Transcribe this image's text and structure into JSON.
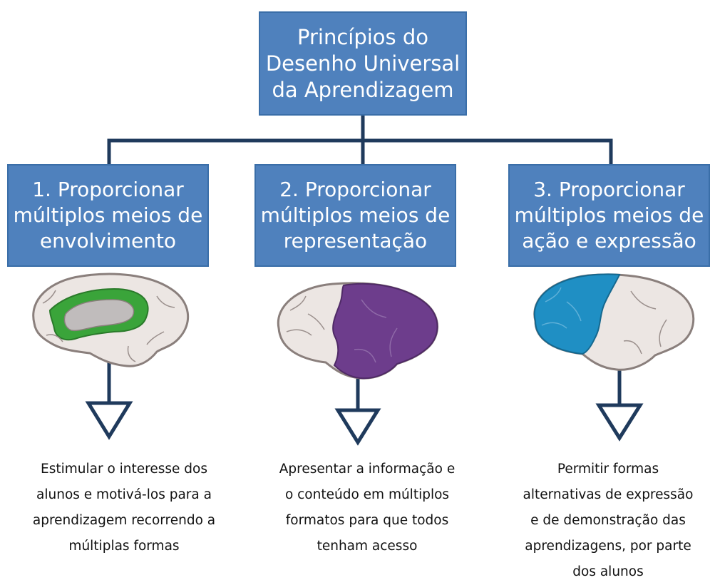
{
  "root": {
    "lines": [
      "Princípios do",
      "Desenho Universal",
      "da Aprendizagem"
    ]
  },
  "principles": [
    {
      "lines": [
        "1. Proporcionar",
        "múltiplos meios de",
        "envolvimento"
      ],
      "brain_region": "green-limbic",
      "region_color": "#3aa43a",
      "description_lines": [
        "Estimular o interesse dos",
        "alunos e motivá-los para a",
        "aprendizagem recorrendo a",
        "múltiplas formas"
      ]
    },
    {
      "lines": [
        "2. Proporcionar",
        "múltiplos meios de",
        "representação"
      ],
      "brain_region": "purple-posterior",
      "region_color": "#6d3d8c",
      "description_lines": [
        "Apresentar a informação e",
        "o conteúdo em múltiplos",
        "formatos para que todos",
        "tenham acesso"
      ]
    },
    {
      "lines": [
        "3. Proporcionar",
        "múltiplos meios de",
        "ação e expressão"
      ],
      "brain_region": "blue-frontal",
      "region_color": "#1f8fc4",
      "description_lines": [
        "Permitir formas",
        "alternativas de expressão",
        "e de demonstração das",
        "aprendizagens, por parte",
        "dos alunos"
      ]
    }
  ],
  "colors": {
    "box_fill": "#4f81bd",
    "connector": "#1f3a5c",
    "arrow": "#1f3a5c",
    "brain_fill": "#ece6e3",
    "brain_outline": "#8a7f7c"
  }
}
